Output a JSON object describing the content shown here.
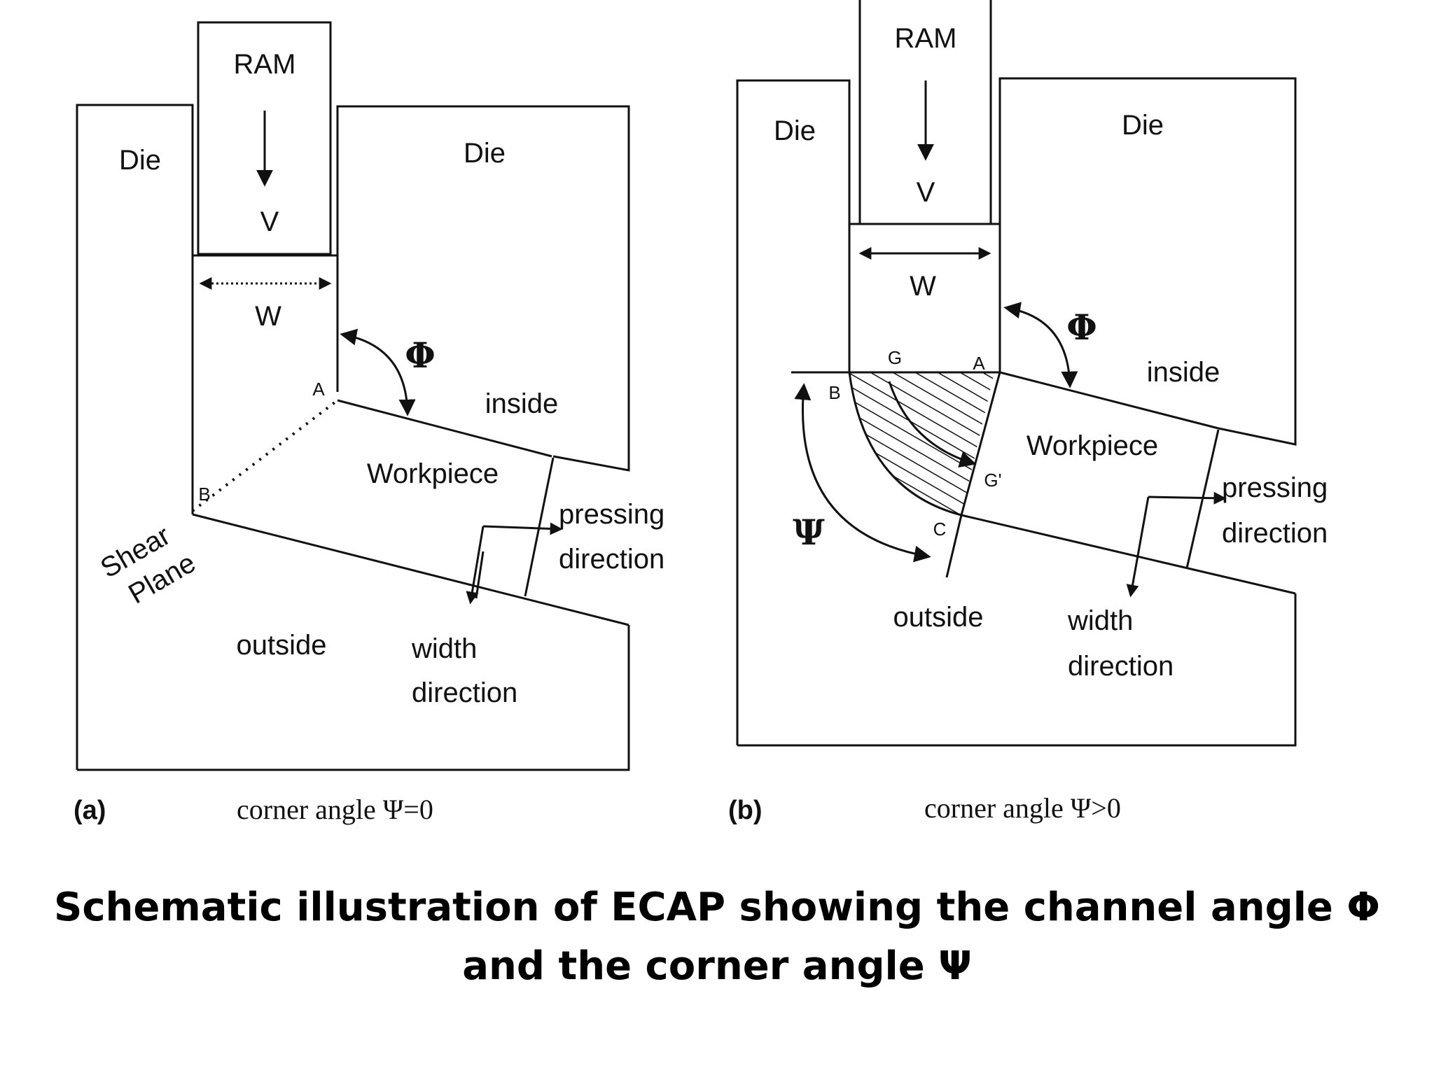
{
  "panel_a": {
    "ram": "RAM",
    "v": "V",
    "die_left": "Die",
    "die_right": "Die",
    "w": "W",
    "phi": "Φ",
    "point_a": "A",
    "point_b": "B",
    "inside": "inside",
    "workpiece": "Workpiece",
    "shear": "Shear",
    "plane": "Plane",
    "pressing": "pressing",
    "pressing_direction": "direction",
    "outside": "outside",
    "width": "width",
    "width_direction": "direction",
    "label": "(a)",
    "caption": "corner angle Ψ=0"
  },
  "panel_b": {
    "ram": "RAM",
    "v": "V",
    "die_left": "Die",
    "die_right": "Die",
    "w": "W",
    "phi": "Φ",
    "psi": "Ψ",
    "point_g": "G",
    "point_a": "A",
    "point_b": "B",
    "point_g_prime": "G'",
    "point_c": "C",
    "inside": "inside",
    "workpiece": "Workpiece",
    "pressing": "pressing",
    "pressing_direction": "direction",
    "outside": "outside",
    "width": "width",
    "width_direction": "direction",
    "label": "(b)",
    "caption": "corner angle Ψ>0"
  },
  "title": {
    "line1": "Schematic illustration of ECAP showing the channel angle Φ",
    "line2": "and the corner angle Ψ"
  }
}
